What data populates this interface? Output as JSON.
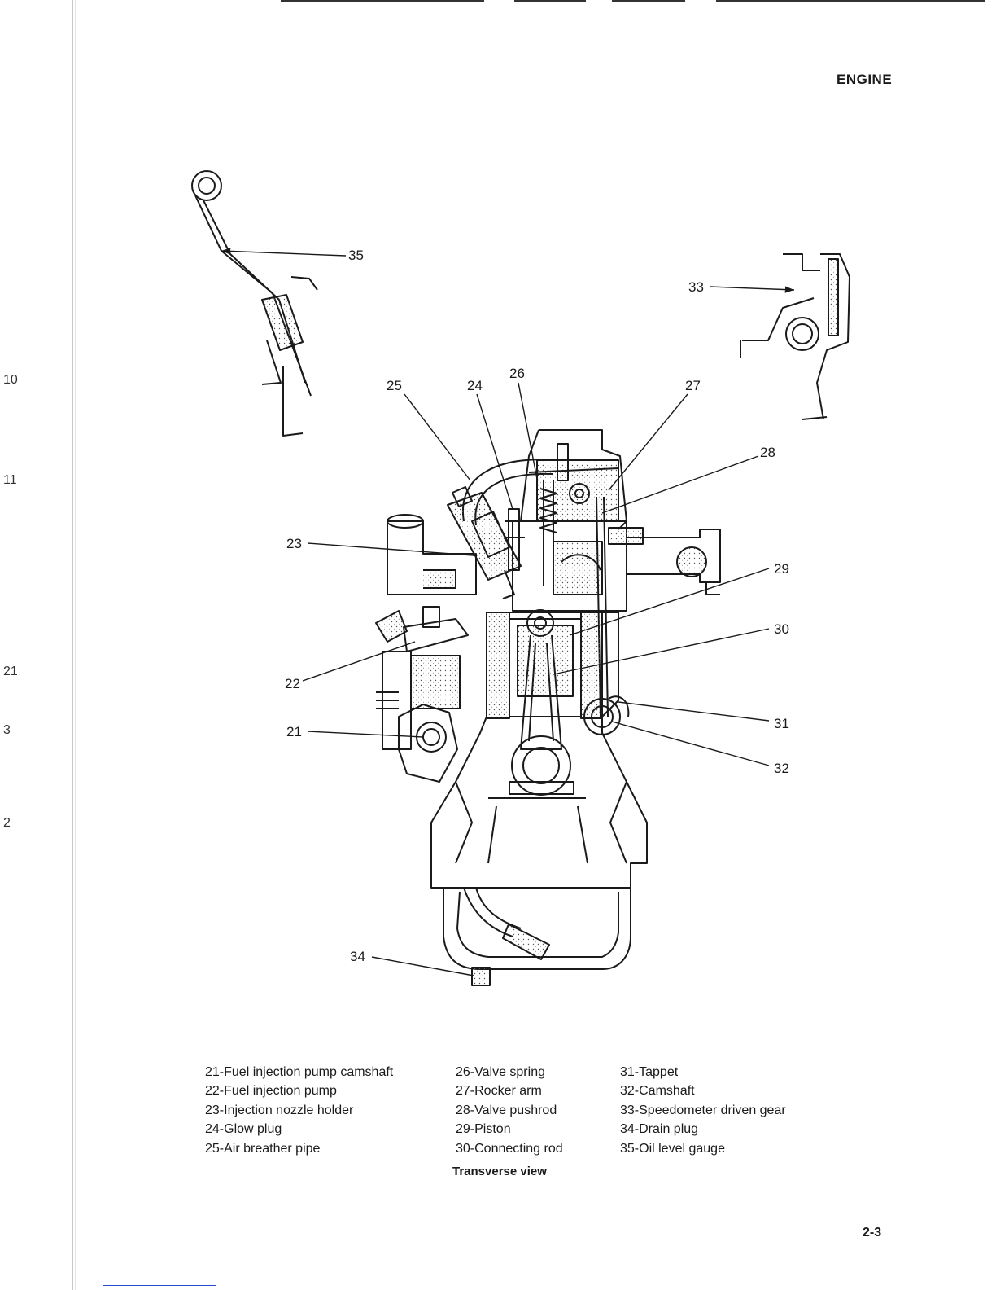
{
  "header": {
    "section": "ENGINE"
  },
  "margin_numbers": [
    "10",
    "11",
    "21",
    "3",
    "2"
  ],
  "callouts": {
    "c21": "21",
    "c22": "22",
    "c23": "23",
    "c24": "24",
    "c25": "25",
    "c26": "26",
    "c27": "27",
    "c28": "28",
    "c29": "29",
    "c30": "30",
    "c31": "31",
    "c32": "32",
    "c33": "33",
    "c34": "34",
    "c35": "35"
  },
  "legend": {
    "col1": [
      "21-Fuel injection pump camshaft",
      "22-Fuel injection pump",
      "23-Injection nozzle holder",
      "24-Glow plug",
      "25-Air breather pipe"
    ],
    "col2": [
      "26-Valve spring",
      "27-Rocker arm",
      "28-Valve pushrod",
      "29-Piston",
      "30-Connecting rod"
    ],
    "col3": [
      "31-Tappet",
      "32-Camshaft",
      "33-Speedometer driven gear",
      "34-Drain plug",
      "35-Oil level gauge"
    ]
  },
  "caption": "Transverse view",
  "footer": {
    "page_number": "2-3"
  }
}
